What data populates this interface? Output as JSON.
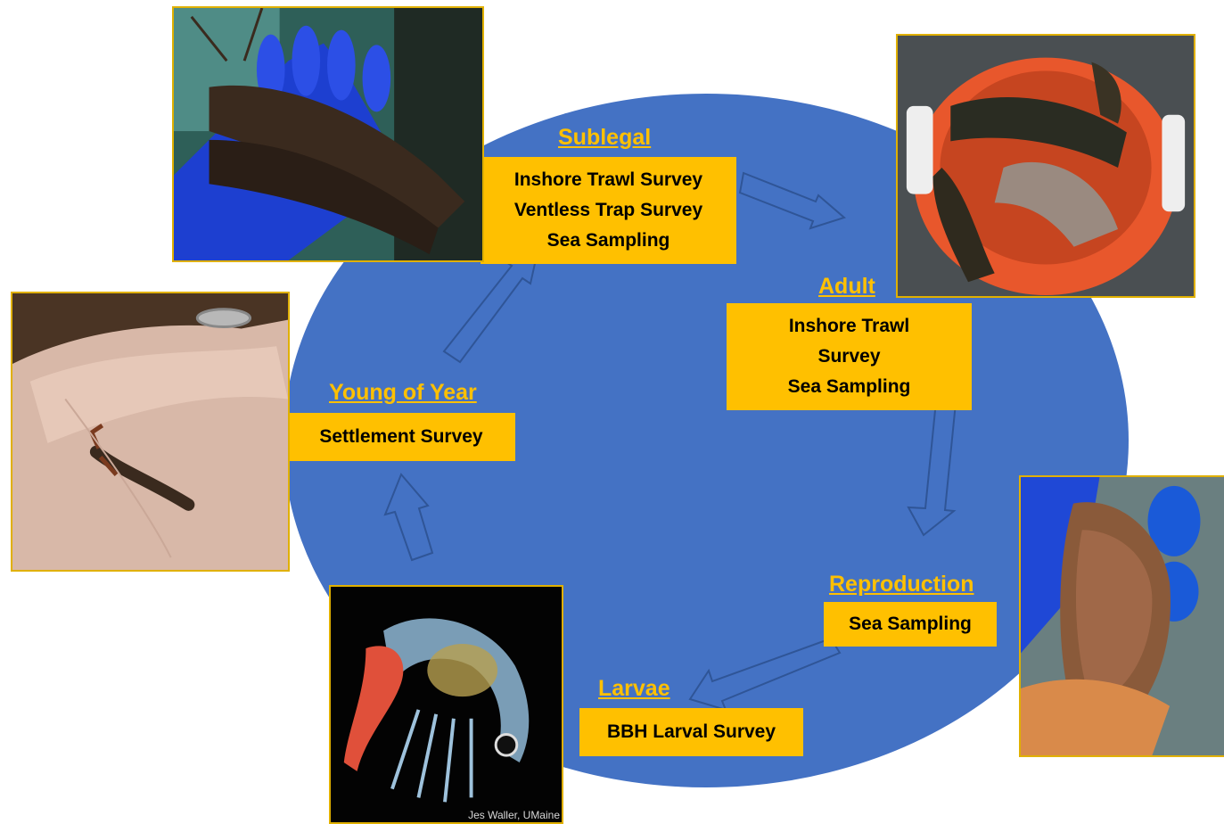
{
  "stages": {
    "sublegal": {
      "title": "Sublegal",
      "surveys": [
        "Inshore Trawl Survey",
        "Ventless Trap Survey",
        "Sea Sampling"
      ]
    },
    "adult": {
      "title": "Adult",
      "surveys": [
        "Inshore Trawl",
        "Survey",
        "Sea Sampling"
      ]
    },
    "reproduction": {
      "title": "Reproduction",
      "surveys": [
        "Sea Sampling"
      ]
    },
    "larvae": {
      "title": "Larvae",
      "surveys": [
        "BBH Larval Survey"
      ]
    },
    "young_of_year": {
      "title": "Young of Year",
      "surveys": [
        "Settlement Survey"
      ]
    }
  },
  "photo_credit": "Jes Waller, UMaine",
  "colors": {
    "cycle": "#4472c4",
    "label_box": "#ffc000",
    "title_text": "#ffc000"
  }
}
